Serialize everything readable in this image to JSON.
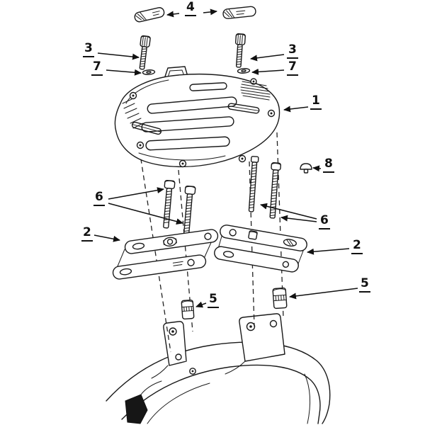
{
  "figure": {
    "background": "#ffffff",
    "line_color": "#1a1a1a",
    "callouts": {
      "part4": "4",
      "part3_left": "3",
      "part7_left": "7",
      "part3_right": "3",
      "part7_right": "7",
      "part1": "1",
      "part8": "8",
      "part6_left": "6",
      "part6_right": "6",
      "part2_left": "2",
      "part2_right": "2",
      "part5_left": "5",
      "part5_right": "5"
    }
  }
}
